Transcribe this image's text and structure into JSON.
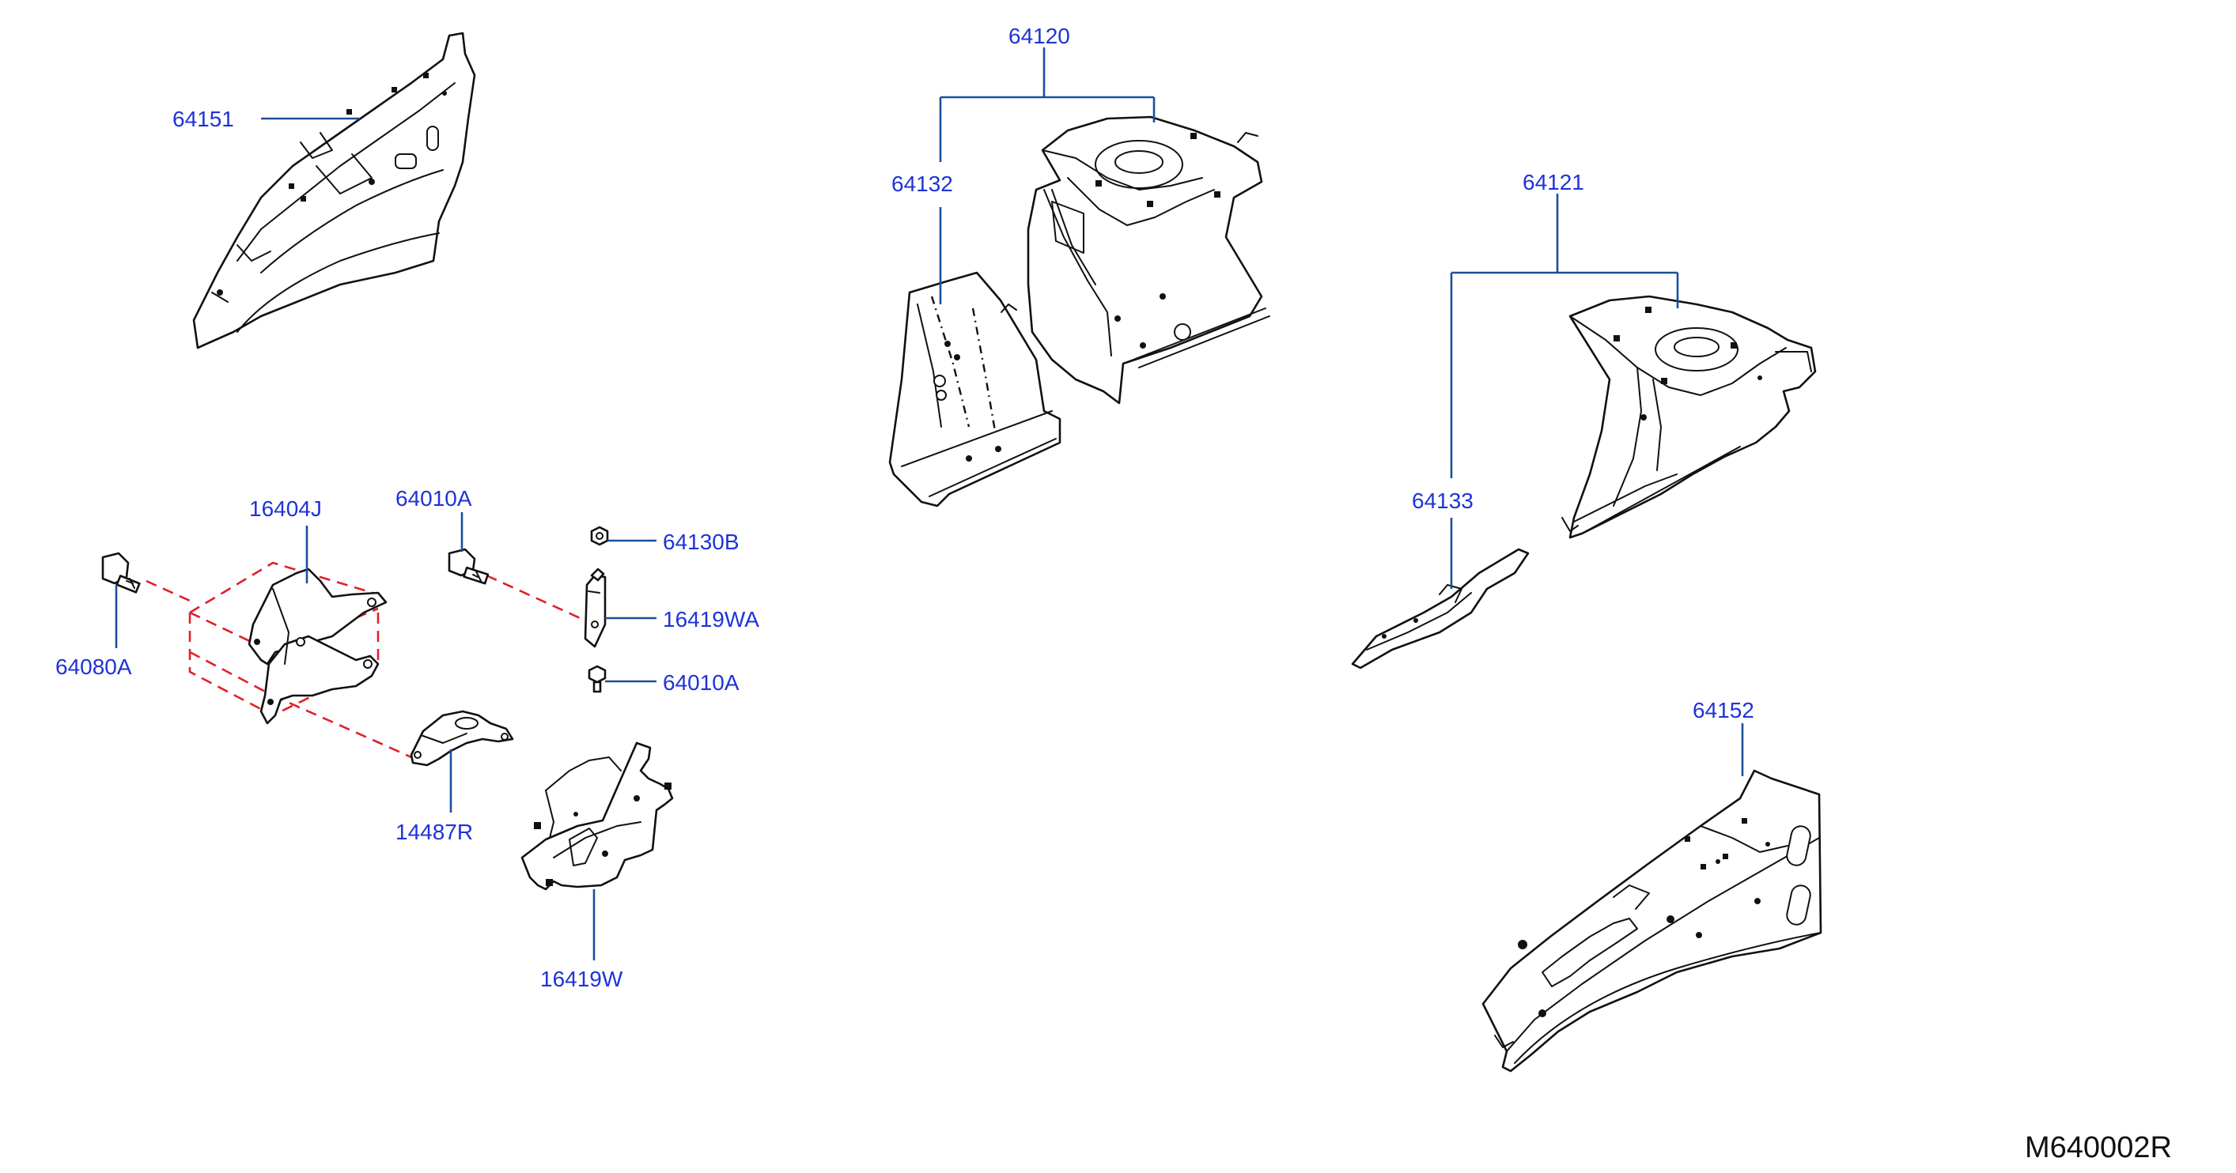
{
  "drawing_code": "M640002R",
  "colors": {
    "callout_text": "#1f33d6",
    "leader_line": "#1a4f9c",
    "assembly_dash": "#e0202a",
    "linework": "#111111",
    "background": "#ffffff"
  },
  "callouts": {
    "p64151": "64151",
    "p64120": "64120",
    "p64132": "64132",
    "p64121": "64121",
    "p64133": "64133",
    "p64152": "64152",
    "p16404J": "16404J",
    "p64010A_top": "64010A",
    "p64130B": "64130B",
    "p16419WA": "16419WA",
    "p64010A_bottom": "64010A",
    "p64080A": "64080A",
    "p14487R": "14487R",
    "p16419W": "16419W"
  }
}
